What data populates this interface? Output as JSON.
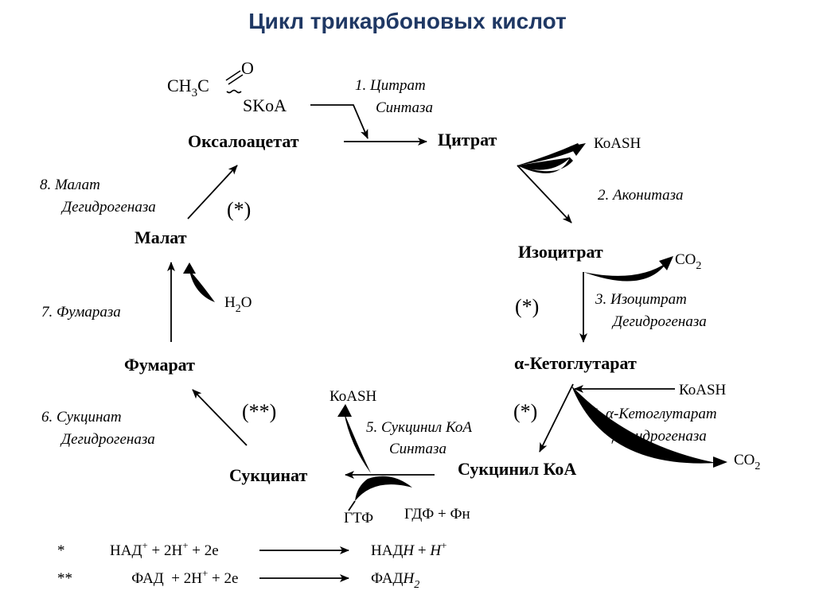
{
  "title": "Цикл трикарбоновых кислот",
  "acetyl_coa": {
    "ch3c": "CH",
    "sub3": "3",
    "c": "C",
    "o": "O",
    "skoa": "SKoA"
  },
  "metabolites": {
    "oxaloacetate": "Оксалоацетат",
    "citrate": "Цитрат",
    "isocitrate": "Изоцитрат",
    "alpha_ketoglutarate": "α-Кетоглутарат",
    "succinyl_coa": "Сукцинил КоА",
    "succinate": "Сукцинат",
    "fumarate": "Фумарат",
    "malate": "Малат"
  },
  "enzymes": [
    {
      "line1": "1. Цитрат",
      "line2": "Синтаза"
    },
    {
      "line1": "2. Аконитаза",
      "line2": ""
    },
    {
      "line1": "3. Изоцитрат",
      "line2": "Дегидрогеназа"
    },
    {
      "line1": "4. α-Кетоглутарат",
      "line2": "Дегидрогеназа"
    },
    {
      "line1": "5. Сукцинил КоА",
      "line2": "Синтаза"
    },
    {
      "line1": "6. Сукцинат",
      "line2": "Дегидрогеназа"
    },
    {
      "line1": "7. Фумараза",
      "line2": ""
    },
    {
      "line1": "8. Малат",
      "line2": "Дегидрогеназа"
    }
  ],
  "cofactors": {
    "koash_1": "КоASH",
    "co2_1": "CO",
    "co2_1_sub": "2",
    "koash_2": "КоASH",
    "co2_2": "CO",
    "co2_2_sub": "2",
    "koash_3": "КоASH",
    "gtp": "ГТФ",
    "gdp": "ГДФ + Фн",
    "h2o_h": "H",
    "h2o_sub": "2",
    "h2o_o": "O"
  },
  "marks": {
    "malate_dh": "(*)",
    "isocitrate_dh": "(*)",
    "ketoglutarate_dh": "(*)",
    "succinate_dh": "(**)"
  },
  "legend": [
    {
      "mark": "*",
      "left_a": "НАД",
      "left_sup": "+",
      "left_b": " + 2H",
      "left_sup2": "+",
      "left_c": " + 2e",
      "right_a": "НАД",
      "right_b": "H",
      "right_c": " + ",
      "right_d": "H",
      "right_sup": "+"
    },
    {
      "mark": "**",
      "left_a": "ФАД",
      "left_sup": "",
      "left_b": "  + 2H",
      "left_sup2": "+",
      "left_c": " + 2e",
      "right_a": "ФАД",
      "right_b": "H",
      "right_c": "",
      "right_d": "",
      "right_sup": "",
      "right_sub": "2"
    }
  ]
}
